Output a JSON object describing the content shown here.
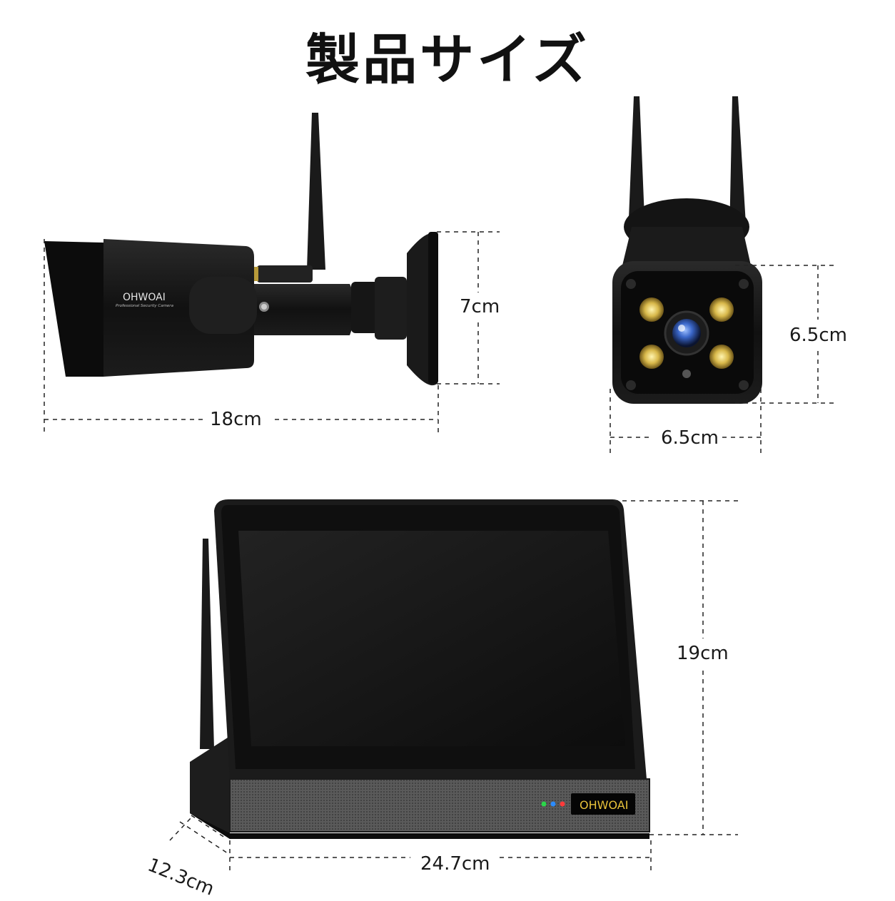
{
  "title": "製品サイズ",
  "bullet_camera": {
    "brand": "OHWOAI",
    "tagline": "Professional Security Camera",
    "height_label": "7cm",
    "length_label": "18cm"
  },
  "square_camera": {
    "height_label": "6.5cm",
    "width_label": "6.5cm"
  },
  "monitor": {
    "brand": "OHWOAI",
    "height_label": "19cm",
    "width_label": "24.7cm",
    "depth_label": "12.3cm"
  },
  "colors": {
    "product_body": "#141414",
    "led_gold": "#d8b84a",
    "lens_blue": "#3a66c8",
    "badge_gold": "#e8c23a"
  }
}
